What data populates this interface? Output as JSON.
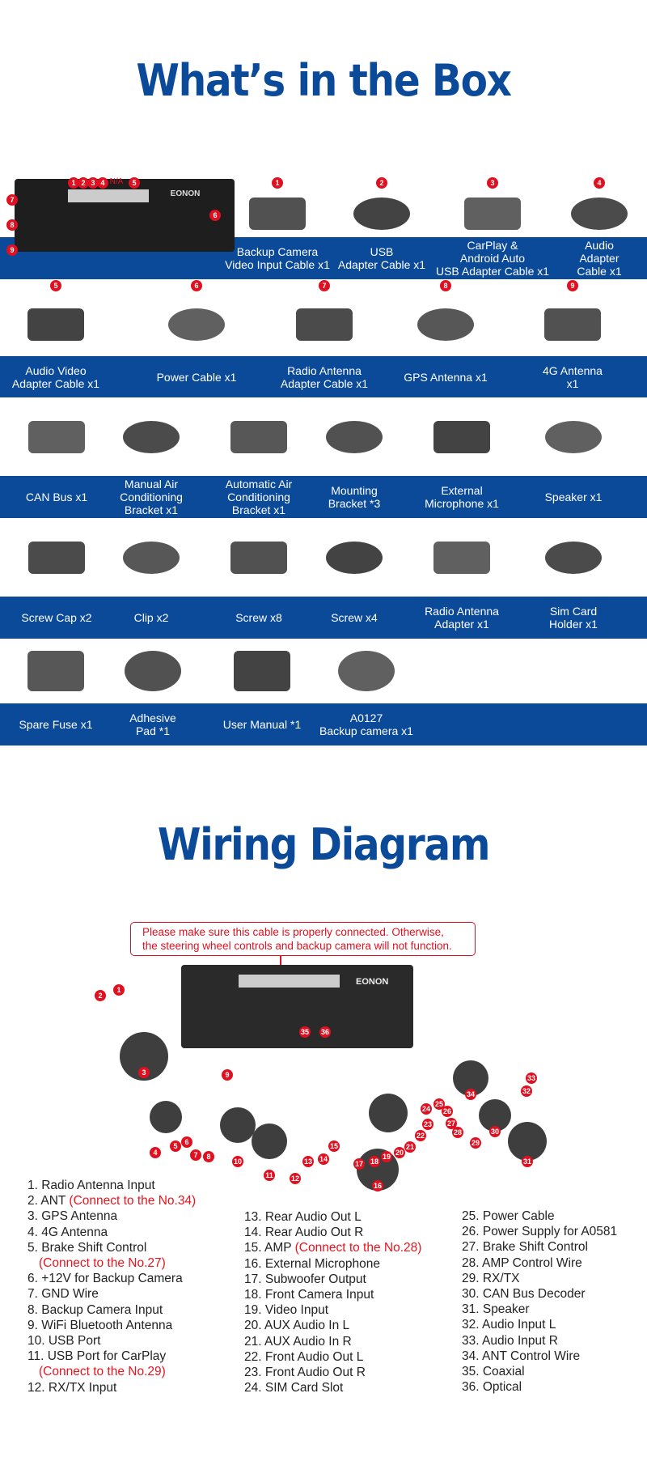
{
  "box": {
    "title": "What’s in the Box",
    "device_badges": [
      "1",
      "2",
      "3",
      "4",
      "N/A",
      "5",
      "6",
      "7",
      "8",
      "9"
    ],
    "device_brand": "EONON",
    "rows": [
      [
        {
          "n": "1",
          "label": "Backup Camera\nVideo Input Cable x1"
        },
        {
          "n": "2",
          "label": "USB\nAdapter Cable x1"
        },
        {
          "n": "3",
          "label": "CarPlay &\nAndroid Auto\nUSB Adapter Cable x1"
        },
        {
          "n": "4",
          "label": "Audio\nAdapter Cable x1"
        }
      ],
      [
        {
          "n": "5",
          "label": "Audio Video\nAdapter Cable x1"
        },
        {
          "n": "6",
          "label": "Power Cable x1"
        },
        {
          "n": "7",
          "label": "Radio Antenna\nAdapter Cable x1"
        },
        {
          "n": "8",
          "label": "GPS Antenna x1"
        },
        {
          "n": "9",
          "label": "4G Antenna x1"
        }
      ],
      [
        {
          "label": "CAN Bus x1"
        },
        {
          "label": "Manual Air\nConditioning\nBracket x1"
        },
        {
          "label": "Automatic Air\nConditioning\nBracket x1"
        },
        {
          "label": "Mounting\nBracket *3"
        },
        {
          "label": "External\nMicrophone x1"
        },
        {
          "label": "Speaker x1"
        }
      ],
      [
        {
          "label": "Screw Cap x2"
        },
        {
          "label": "Clip x2"
        },
        {
          "label": "Screw x8"
        },
        {
          "label": "Screw x4"
        },
        {
          "label": "Radio Antenna\nAdapter x1"
        },
        {
          "label": "Sim Card\nHolder x1"
        }
      ],
      [
        {
          "label": "Spare Fuse x1"
        },
        {
          "label": "Adhesive\nPad *1"
        },
        {
          "label": "User Manual *1"
        },
        {
          "label": "A0127\nBackup camera x1"
        }
      ]
    ]
  },
  "wiring": {
    "title": "Wiring Diagram",
    "note": "Please make sure this cable is properly connected. Otherwise,\nthe steering wheel controls and backup camera will not function.",
    "brand": "EONON",
    "columns": [
      [
        [
          "1. Radio Antenna Input",
          ""
        ],
        [
          "2. ANT ",
          "(Connect to the No.34)"
        ],
        [
          "3. GPS Antenna",
          ""
        ],
        [
          "4. 4G Antenna",
          ""
        ],
        [
          "5. Brake Shift Control",
          ""
        ],
        [
          "",
          "(Connect to the No.27)"
        ],
        [
          "6. +12V for Backup Camera",
          ""
        ],
        [
          "7. GND Wire",
          ""
        ],
        [
          "8. Backup Camera Input",
          ""
        ],
        [
          "9. WiFi Bluetooth Antenna",
          ""
        ],
        [
          "10. USB Port",
          ""
        ],
        [
          "11. USB Port for CarPlay",
          ""
        ],
        [
          "",
          "(Connect to the No.29)"
        ],
        [
          "12. RX/TX Input",
          ""
        ]
      ],
      [
        [
          "13. Rear Audio Out L",
          ""
        ],
        [
          "14. Rear Audio Out R",
          ""
        ],
        [
          "15. AMP ",
          "(Connect to the No.28)"
        ],
        [
          "16. External Microphone",
          ""
        ],
        [
          "17. Subwoofer Output",
          ""
        ],
        [
          "18. Front Camera Input",
          ""
        ],
        [
          "19. Video Input",
          ""
        ],
        [
          "20. AUX Audio In L",
          ""
        ],
        [
          "21. AUX Audio In R",
          ""
        ],
        [
          "22. Front Audio Out L",
          ""
        ],
        [
          "23. Front Audio Out R",
          ""
        ],
        [
          "24. SIM Card Slot",
          ""
        ]
      ],
      [
        [
          "25. Power Cable",
          ""
        ],
        [
          "26. Power Supply for A0581",
          ""
        ],
        [
          "27. Brake Shift Control",
          ""
        ],
        [
          "28. AMP Control Wire",
          ""
        ],
        [
          "29. RX/TX",
          ""
        ],
        [
          "30. CAN Bus Decoder",
          ""
        ],
        [
          "31. Speaker",
          ""
        ],
        [
          "32. Audio Input L",
          ""
        ],
        [
          "33. Audio Input R",
          ""
        ],
        [
          "34. ANT Control Wire",
          ""
        ],
        [
          "35. Coaxial",
          ""
        ],
        [
          "36. Optical",
          ""
        ]
      ]
    ]
  },
  "colors": {
    "brand_blue": "#0b4a99",
    "accent_red": "#e01020"
  }
}
